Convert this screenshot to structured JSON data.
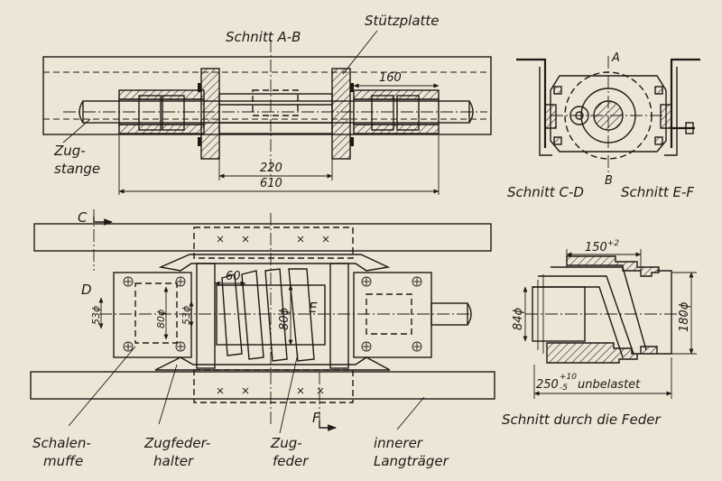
{
  "labels": {
    "schnitt_ab": "Schnitt A-B",
    "stuetzplatte": "Stützplatte",
    "zug": "Zug-",
    "stange": "stange",
    "a": "A",
    "b": "B",
    "c": "C",
    "d": "D",
    "e": "E",
    "f": "F",
    "schnitt_cd": "Schnitt C-D",
    "schnitt_ef": "Schnitt E-F",
    "schalen": "Schalen-",
    "muffe": "muffe",
    "zugfeder": "Zugfeder-",
    "halter": "halter",
    "zug2": "Zug-",
    "feder": "feder",
    "innerer": "innerer",
    "langtraeger": "Langträger",
    "schnitt_feder": "Schnitt durch die Feder",
    "unbelastet": "unbelastet"
  },
  "dims": {
    "d160": "160",
    "d220": "220",
    "d610": "610",
    "d60": "60",
    "d80a": "80ϕ",
    "d80b": "80ϕ",
    "d53a": "53ϕ",
    "d53b": "53ϕ",
    "d150": "150",
    "d150_tol": "+2",
    "d84": "84ϕ",
    "d180": "180ϕ",
    "d250": "250",
    "d250_tol_up": "+10",
    "d250_tol_dn": "-5"
  }
}
